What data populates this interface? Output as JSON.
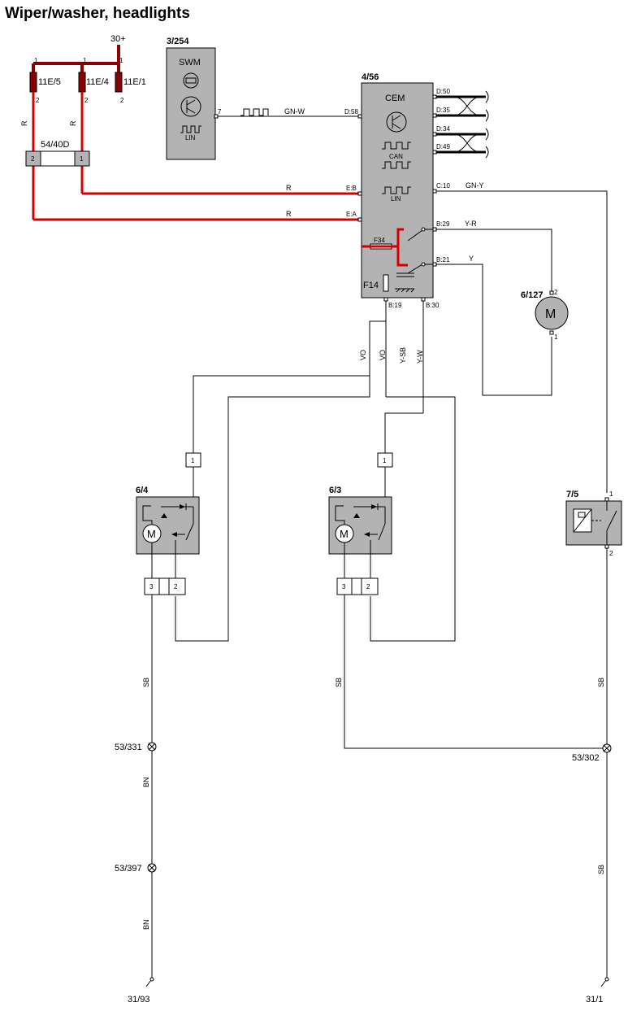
{
  "title": "Wiper/washer, headlights",
  "supply": "30+",
  "fuses": {
    "f5": "11E/5",
    "f4": "11E/4",
    "f1": "11E/1",
    "pin_top": "1",
    "pin_bottom": "2"
  },
  "connector_54_40d": {
    "ref": "54/40D",
    "pin_left": "2",
    "pin_right": "1"
  },
  "swm": {
    "ref": "3/254",
    "name": "SWM",
    "lin": "LIN",
    "pin": "7"
  },
  "cem": {
    "ref": "4/56",
    "name": "CEM",
    "can": "CAN",
    "lin": "LIN",
    "fuse_f34": "F34",
    "fuse_f14": "F14",
    "pins": {
      "d50": "D:50",
      "d35": "D:35",
      "d34": "D:34",
      "d49": "D:49",
      "d58": "D:58",
      "eb": "E:B",
      "ea": "E:A",
      "c10": "C:10",
      "b29": "B:29",
      "b21": "B:21",
      "b19": "B:19",
      "b30": "B:30"
    }
  },
  "wires": {
    "gn_w": "GN-W",
    "r1": "R",
    "r2": "R",
    "r_left": "R",
    "r_mid": "R",
    "gn_y": "GN-Y",
    "y_r": "Y-R",
    "y": "Y",
    "vo1": "VO",
    "vo2": "VO",
    "y_sb": "Y-SB",
    "y_w": "Y-W",
    "sb_left": "SB",
    "bn1": "BN",
    "bn2": "BN",
    "sb_mid": "SB",
    "sb_right1": "SB",
    "sb_right2": "SB"
  },
  "pump_6_127": {
    "ref": "6/127",
    "symbol": "M",
    "pin_top": "2",
    "pin_bottom": "1"
  },
  "motor_6_4": {
    "ref": "6/4",
    "symbol": "M",
    "connector_pin": "1",
    "pin_a": "3",
    "pin_b": "2"
  },
  "motor_6_3": {
    "ref": "6/3",
    "symbol": "M",
    "connector_pin": "1",
    "pin_a": "3",
    "pin_b": "2"
  },
  "relay_7_5": {
    "ref": "7/5",
    "pin_top": "1",
    "pin_bottom": "2"
  },
  "splices": {
    "s331": "53/331",
    "s397": "53/397",
    "s302": "53/302"
  },
  "grounds": {
    "g93": "31/93",
    "g1": "31/1"
  },
  "colors": {
    "power_dark": "#8b0000",
    "power_red": "#d40000",
    "component_fill": "#b3b3b3"
  }
}
